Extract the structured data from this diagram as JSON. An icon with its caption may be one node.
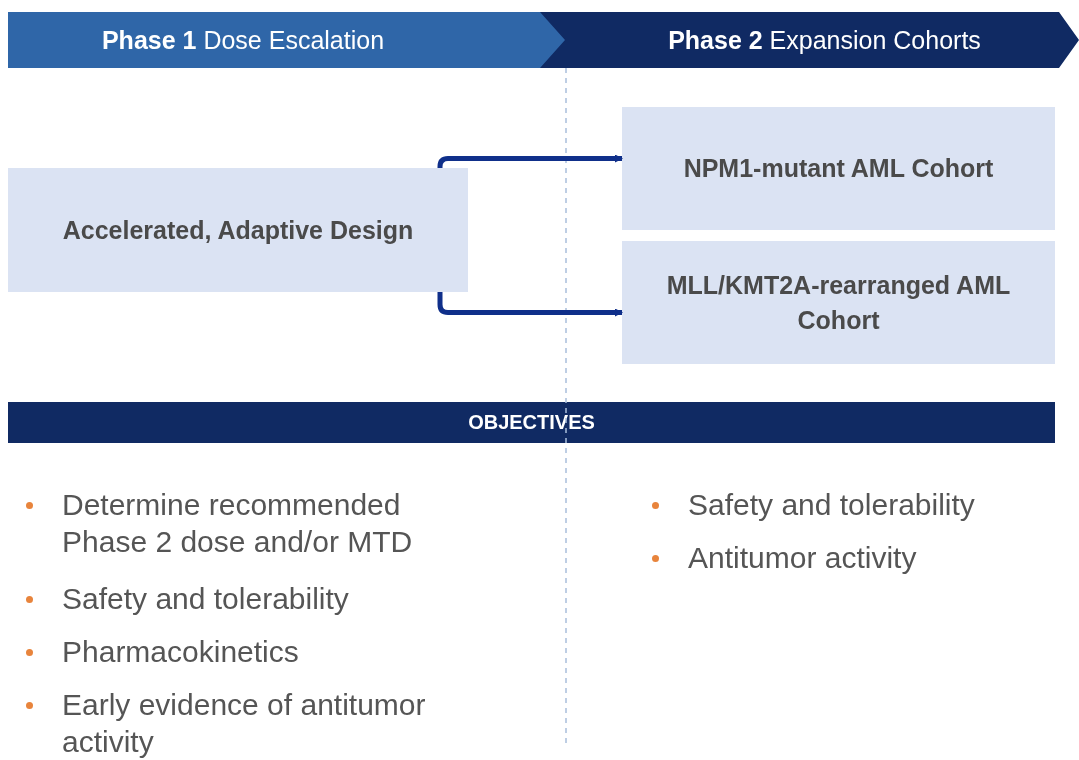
{
  "diagram": {
    "nodes": [
      {
        "text": [
          "**Phase 1** Dose Escalation"
        ]
      },
      {
        "text": [
          "**Phase 2** Expansion Cohorts"
        ]
      },
      {
        "text": [
          "Accelerated, Adaptive Design"
        ]
      },
      {
        "text": [
          "NPM1-mutant AML Cohort"
        ]
      },
      {
        "text": [
          "MLL/KMT2A-rearranged AML Cohort"
        ]
      },
      {
        "text": [
          "OBJECTIVES"
        ]
      }
    ],
    "edges": [
      {
        "from": 2,
        "to": 3,
        "arrow": "to"
      },
      {
        "from": 2,
        "to": 4,
        "arrow": "to"
      }
    ],
    "labels": [
      "Determine recommended Phase 2 dose and/or MTD",
      "Safety and tolerability",
      "Pharmacokinetics",
      "Early evidence of antitumor activity",
      "Safety and tolerability",
      "Antitumor activity"
    ]
  }
}
